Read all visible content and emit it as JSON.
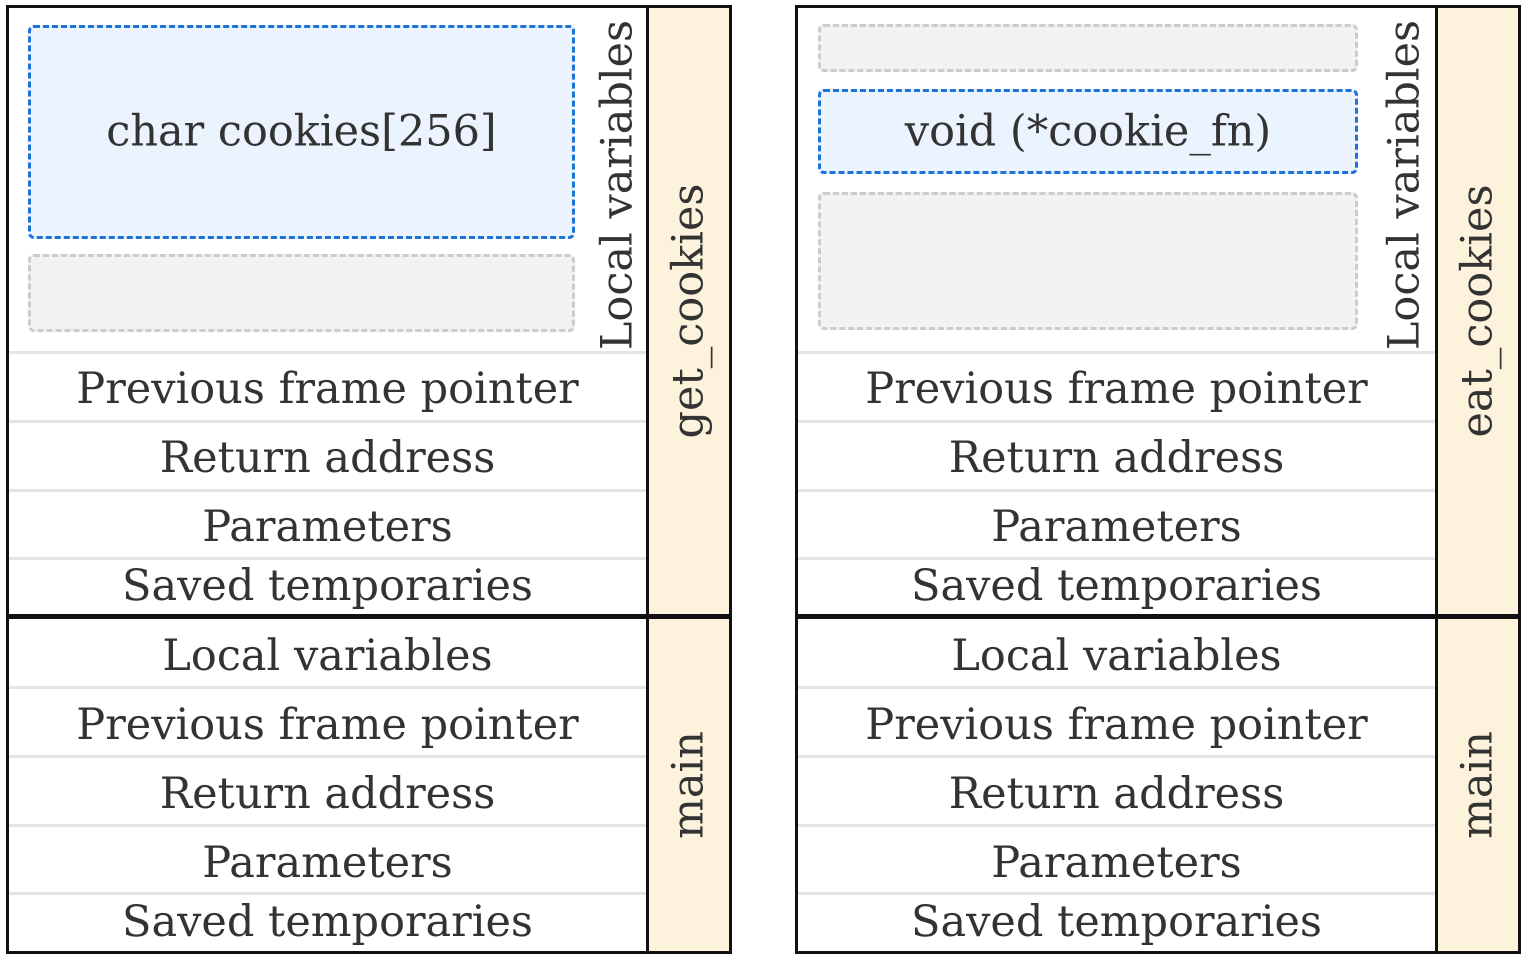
{
  "left": {
    "function_label": "get_cookies",
    "local_variables_label": "Local variables",
    "buffer_label": "char cookies[256]",
    "rows": [
      "Previous frame pointer",
      "Return address",
      "Parameters",
      "Saved temporaries"
    ]
  },
  "right": {
    "function_label": "eat_cookies",
    "local_variables_label": "Local variables",
    "pointer_label": "void (*cookie_fn)",
    "rows": [
      "Previous frame pointer",
      "Return address",
      "Parameters",
      "Saved temporaries"
    ]
  },
  "main_frame": {
    "label": "main",
    "rows": [
      "Local variables",
      "Previous frame pointer",
      "Return address",
      "Parameters",
      "Saved temporaries"
    ]
  },
  "colors": {
    "frame_border": "#111111",
    "label_fill": "#fdf3dc",
    "highlight_border": "#1e73d8",
    "highlight_fill": "#eaf3fe",
    "placeholder_fill": "#f2f2f3"
  }
}
